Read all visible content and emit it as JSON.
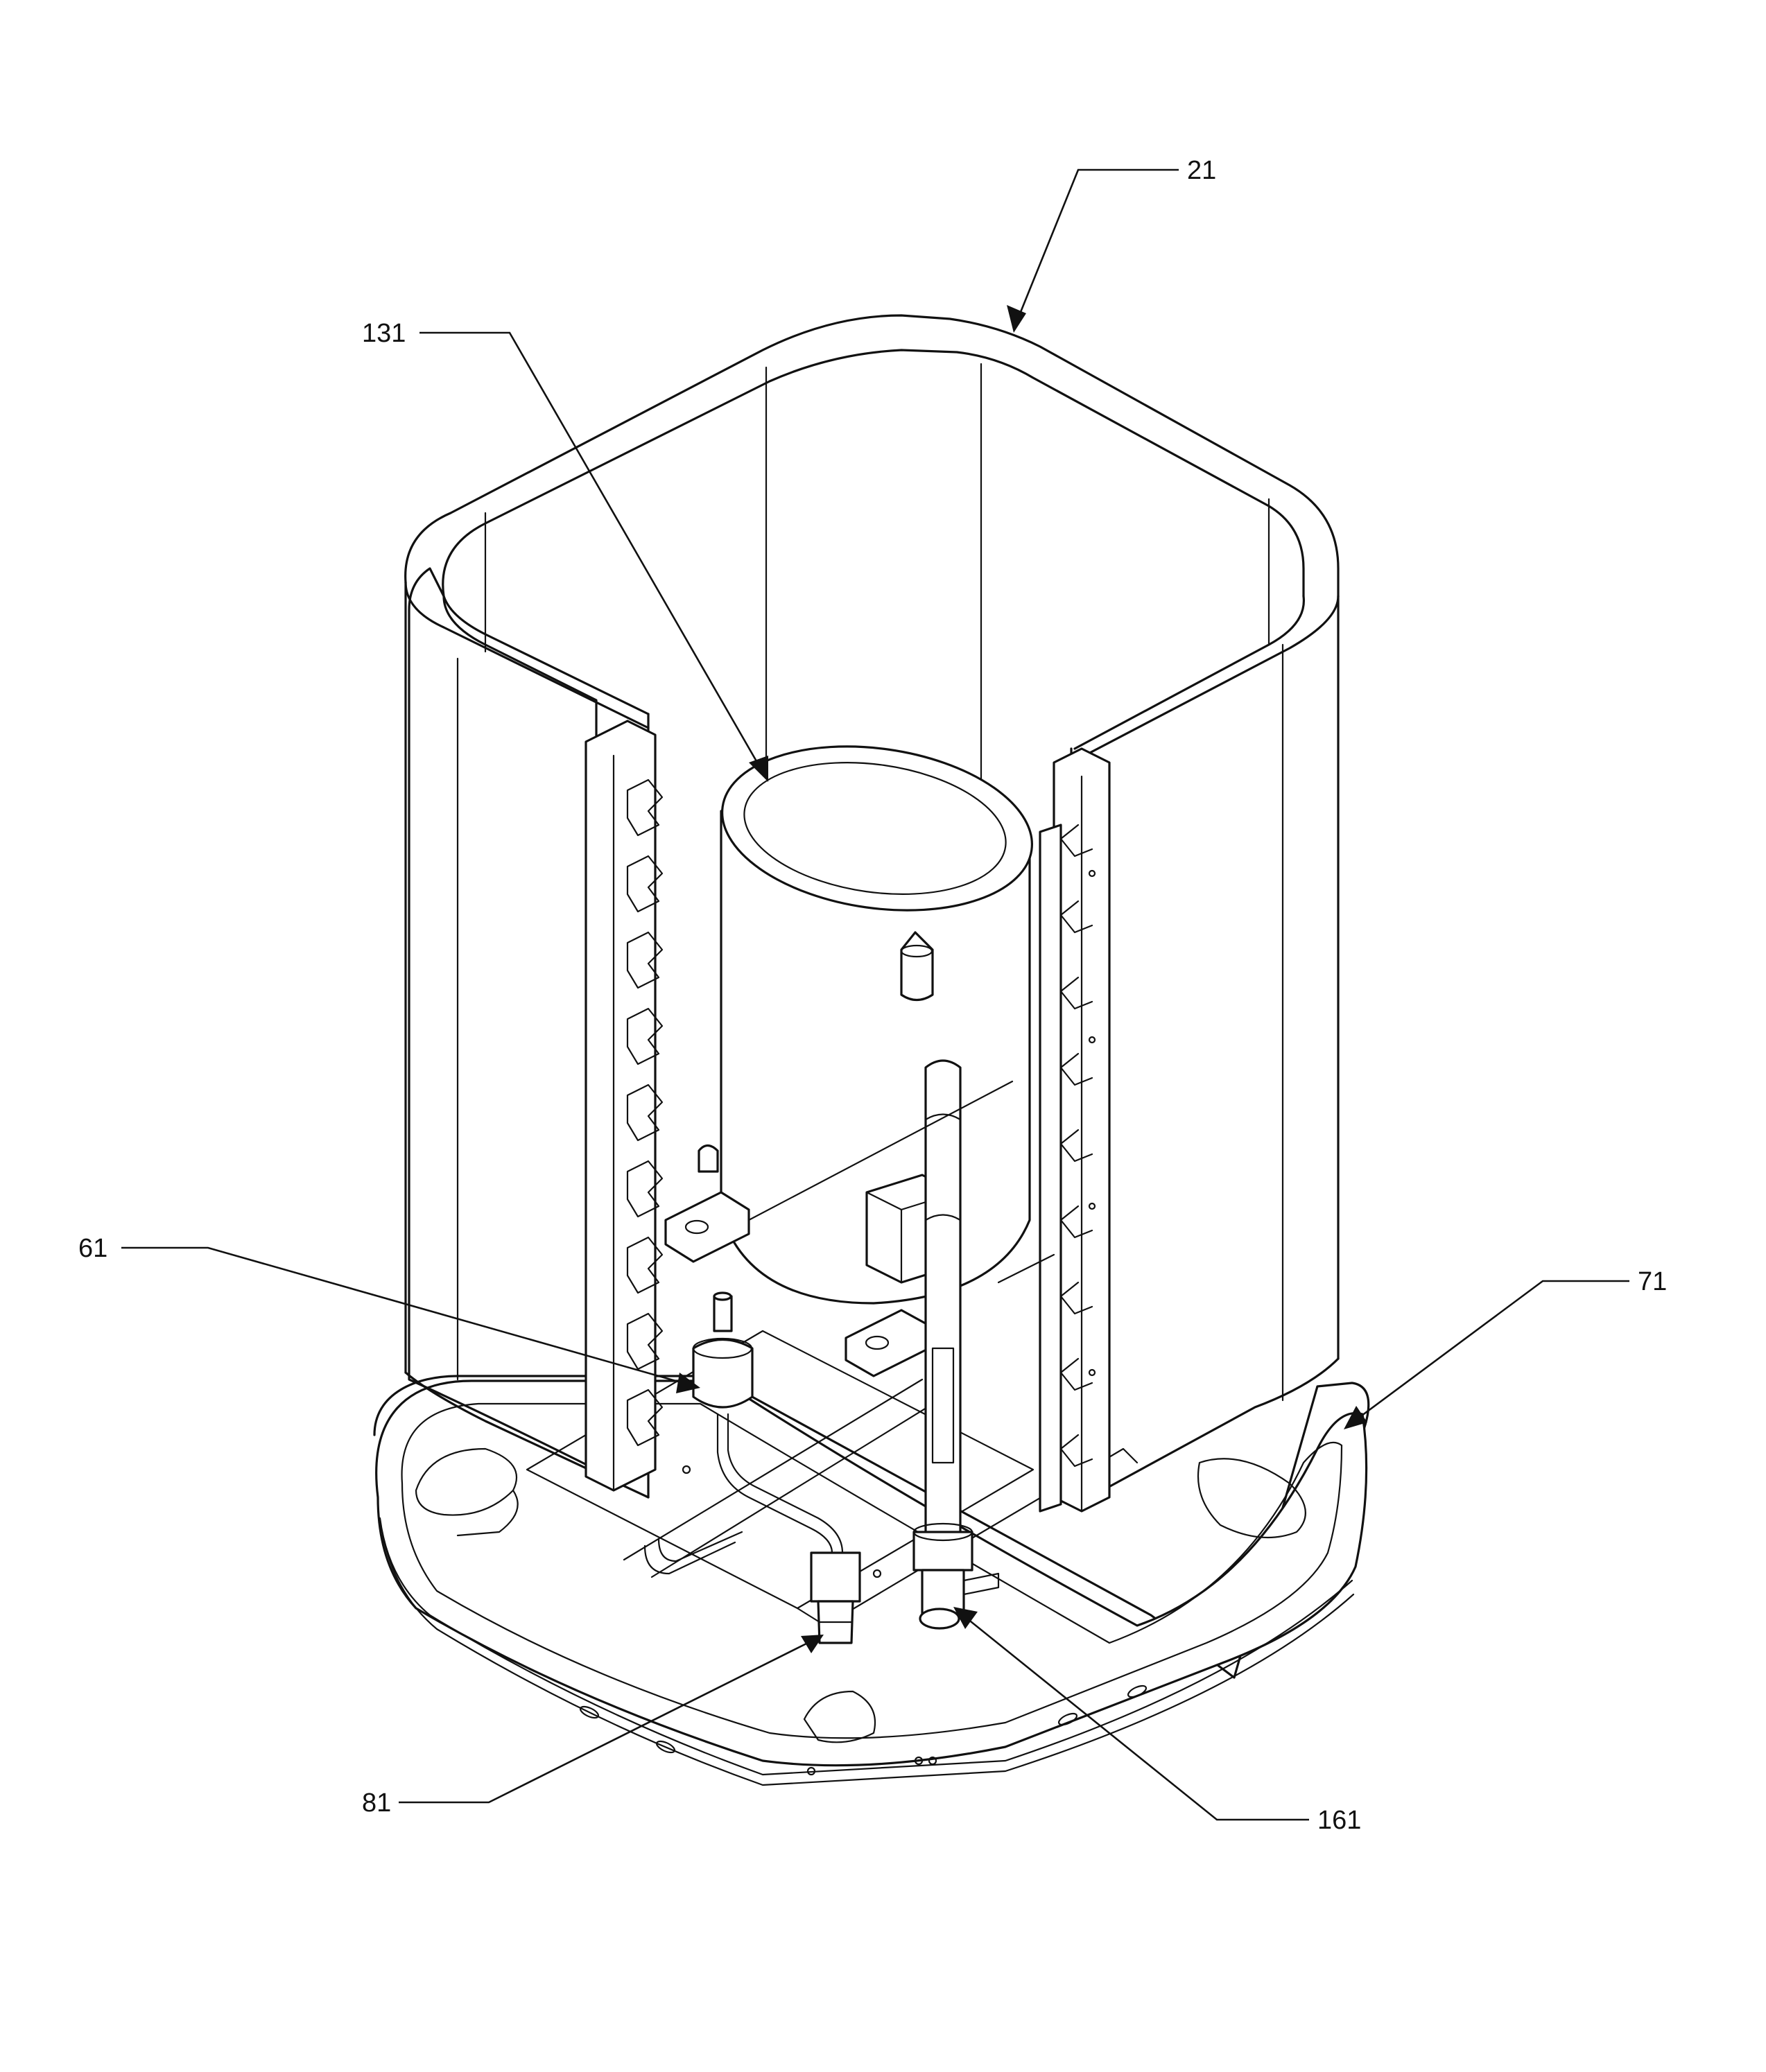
{
  "labels": {
    "l21": "21",
    "l131": "131",
    "l61": "61",
    "l71": "71",
    "l81": "81",
    "l161": "161"
  }
}
